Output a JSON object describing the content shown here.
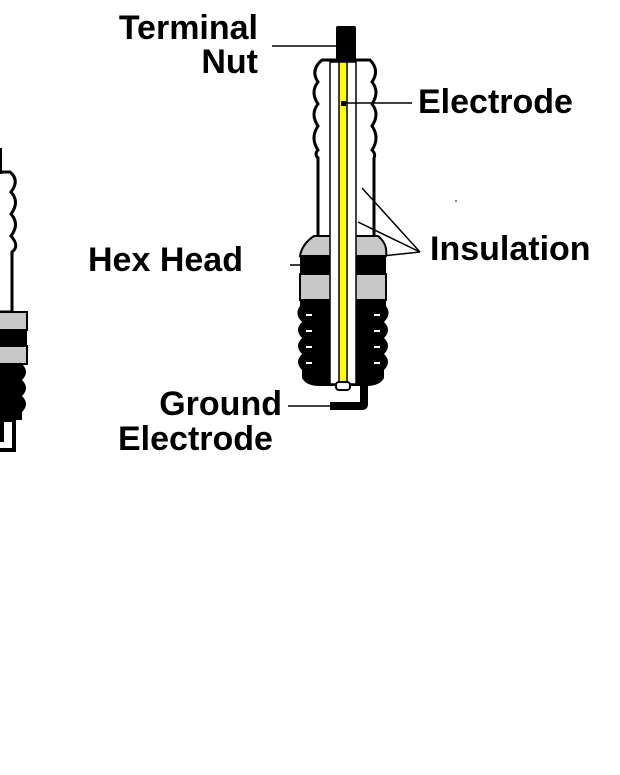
{
  "labels": {
    "terminal_nut": [
      "Terminal",
      "Nut"
    ],
    "electrode": "Electrode",
    "hex_head": "Hex Head",
    "insulation": "Insulation",
    "ground_electrode": [
      "Ground",
      "Electrode"
    ]
  },
  "colors": {
    "outline": "#000000",
    "body": "#ffffff",
    "hex_band": "#c8c8c8",
    "center_electrode": "#ffff00",
    "thread": "#000000"
  }
}
